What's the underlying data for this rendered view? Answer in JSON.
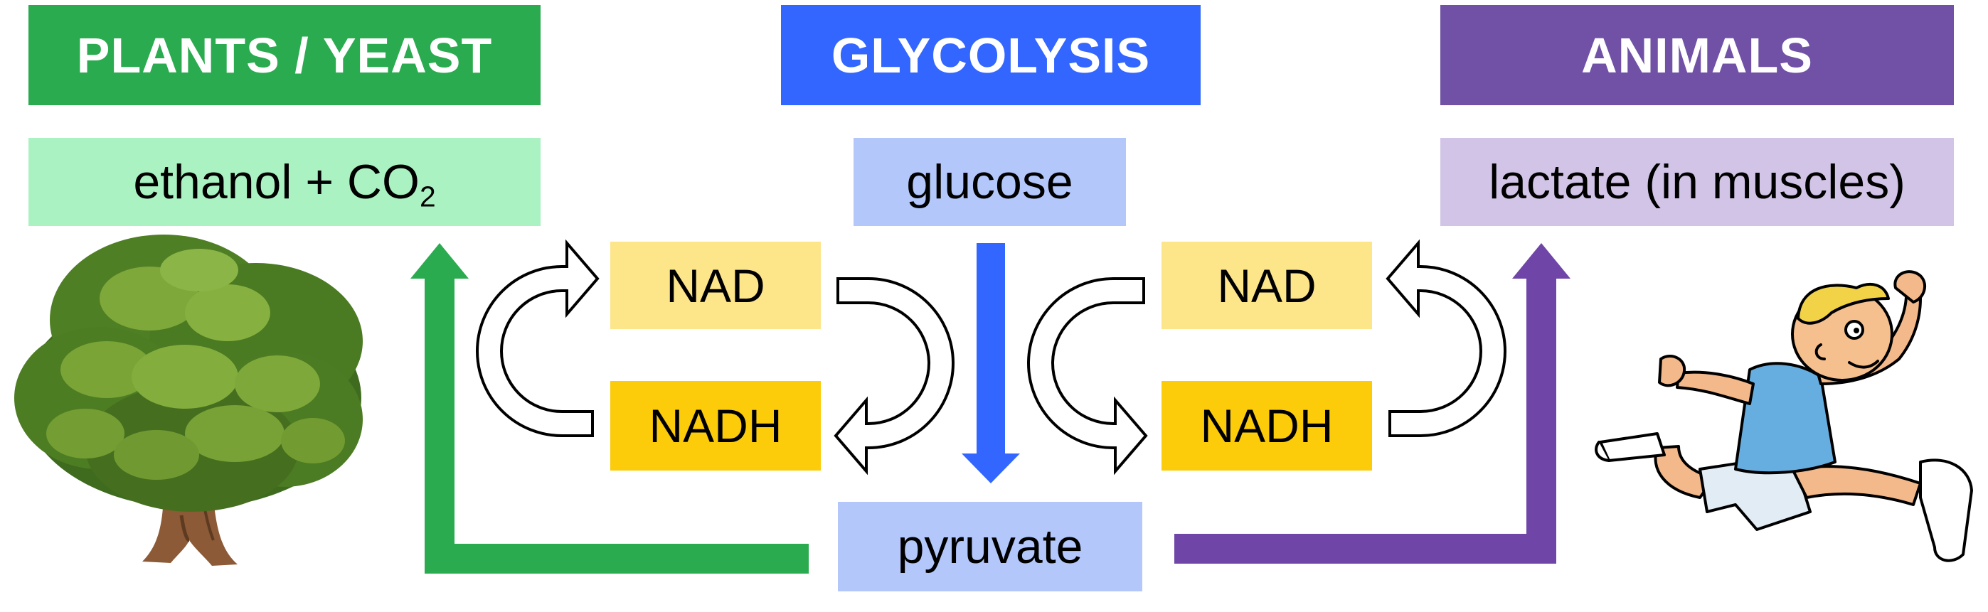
{
  "headers": {
    "plants": "PLANTS / YEAST",
    "glycolysis": "GLYCOLYSIS",
    "animals": "ANIMALS"
  },
  "products": {
    "plants_main": "ethanol + CO",
    "plants_sub": "2",
    "glucose": "glucose",
    "pyruvate": "pyruvate",
    "animals": "lactate (in muscles)"
  },
  "cofactors": {
    "left_nad": "NAD",
    "left_nadh": "NADH",
    "right_nad": "NAD",
    "right_nadh": "NADH"
  },
  "colors": {
    "plants_header": "#2bab4f",
    "plants_light": "#abf2c2",
    "glycolysis_header": "#3366ff",
    "glycolysis_light": "#b3c7fb",
    "animals_header": "#7051a6",
    "animals_light": "#d2c4e6",
    "nad": "#fde58a",
    "nadh": "#fccb0a",
    "green_arrow": "#2bab4f",
    "blue_arrow": "#3366ff",
    "purple_arrow": "#6f45a7"
  },
  "icons": {
    "left_image": "tree-illustration",
    "right_image": "running-boy-illustration"
  }
}
